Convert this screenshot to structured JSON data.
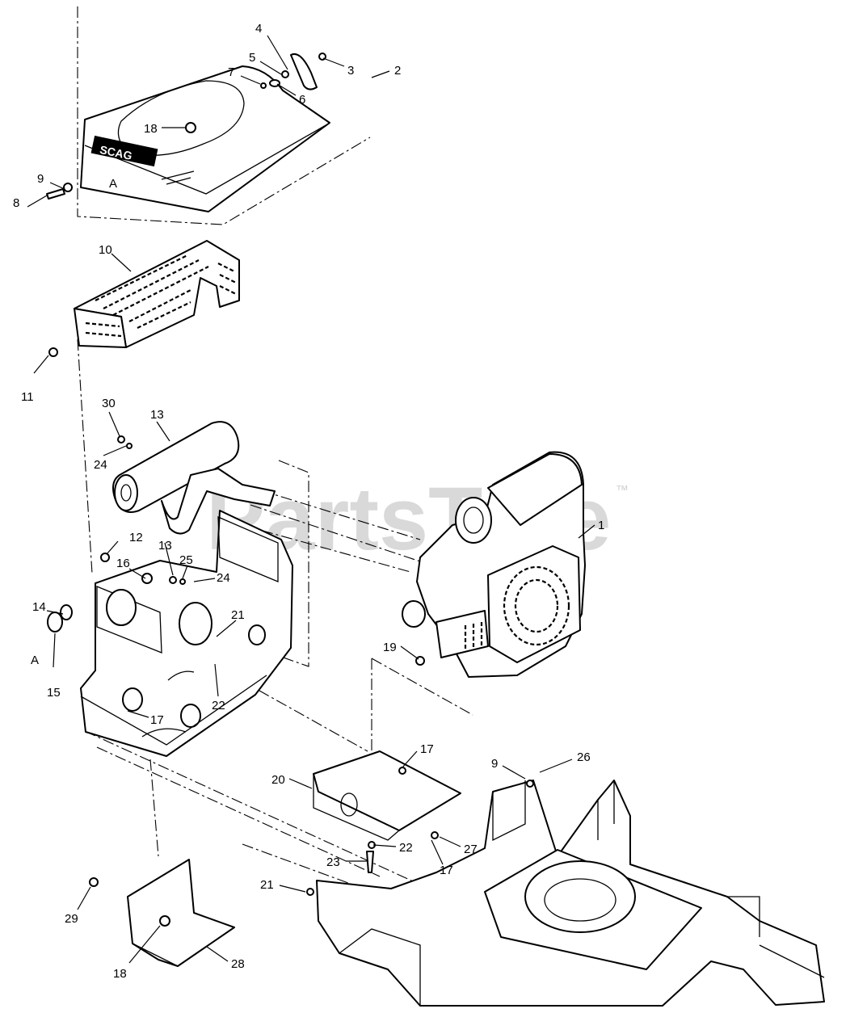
{
  "watermark": {
    "brand": "PartsTree",
    "trademark": "™"
  },
  "decals": {
    "brand_logo": "SCAG",
    "section_mark": "A"
  },
  "callouts": [
    {
      "id": "c1",
      "text": "1"
    },
    {
      "id": "c2",
      "text": "2"
    },
    {
      "id": "c3",
      "text": "3"
    },
    {
      "id": "c4",
      "text": "4"
    },
    {
      "id": "c5",
      "text": "5"
    },
    {
      "id": "c6",
      "text": "6"
    },
    {
      "id": "c7",
      "text": "7"
    },
    {
      "id": "c8",
      "text": "8"
    },
    {
      "id": "c9a",
      "text": "9"
    },
    {
      "id": "c9b",
      "text": "9"
    },
    {
      "id": "c10",
      "text": "10"
    },
    {
      "id": "c11",
      "text": "11"
    },
    {
      "id": "c12",
      "text": "12"
    },
    {
      "id": "c13a",
      "text": "13"
    },
    {
      "id": "c13b",
      "text": "13"
    },
    {
      "id": "c14",
      "text": "14"
    },
    {
      "id": "c15",
      "text": "15"
    },
    {
      "id": "c16",
      "text": "16"
    },
    {
      "id": "c17a",
      "text": "17"
    },
    {
      "id": "c17b",
      "text": "17"
    },
    {
      "id": "c17c",
      "text": "17"
    },
    {
      "id": "c18a",
      "text": "18"
    },
    {
      "id": "c18b",
      "text": "18"
    },
    {
      "id": "c19",
      "text": "19"
    },
    {
      "id": "c20",
      "text": "20"
    },
    {
      "id": "c21a",
      "text": "21"
    },
    {
      "id": "c21b",
      "text": "21"
    },
    {
      "id": "c22a",
      "text": "22"
    },
    {
      "id": "c22b",
      "text": "22"
    },
    {
      "id": "c23",
      "text": "23"
    },
    {
      "id": "c24a",
      "text": "24"
    },
    {
      "id": "c24b",
      "text": "24"
    },
    {
      "id": "c25",
      "text": "25"
    },
    {
      "id": "c26",
      "text": "26"
    },
    {
      "id": "c27",
      "text": "27"
    },
    {
      "id": "c28",
      "text": "28"
    },
    {
      "id": "c29",
      "text": "29"
    },
    {
      "id": "c30",
      "text": "30"
    },
    {
      "id": "cA1",
      "text": "A"
    },
    {
      "id": "cA2",
      "text": "A"
    }
  ]
}
